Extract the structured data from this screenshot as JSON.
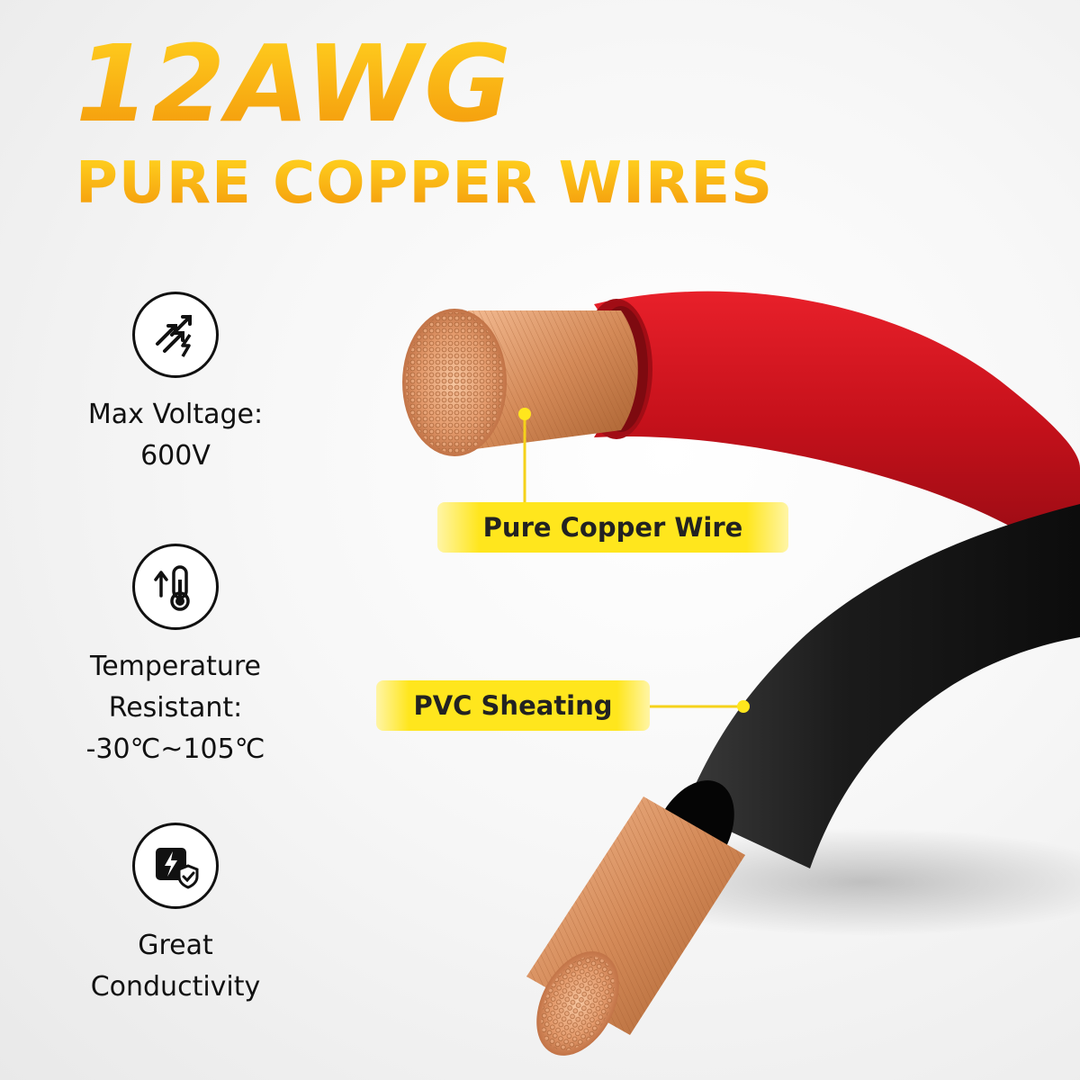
{
  "headline": {
    "gauge": "12AWG",
    "subtitle": "PURE COPPER WIRES"
  },
  "features": [
    {
      "icon": "voltage-arrows-icon",
      "line1": "Max Voltage:",
      "line2": "600V",
      "line3": ""
    },
    {
      "icon": "thermometer-icon",
      "line1": "Temperature",
      "line2": "Resistant:",
      "line3": "-30℃~105℃"
    },
    {
      "icon": "conductivity-shield-icon",
      "line1": "Great",
      "line2": "Conductivity",
      "line3": ""
    }
  ],
  "callouts": {
    "copper": "Pure Copper Wire",
    "sheath": "PVC Sheating"
  },
  "colors": {
    "headline": "#f5a10f",
    "callout": "#ffe61d",
    "red_wire": "#d0121c",
    "black_wire": "#1a1a1a",
    "copper": "#d98a5a"
  }
}
